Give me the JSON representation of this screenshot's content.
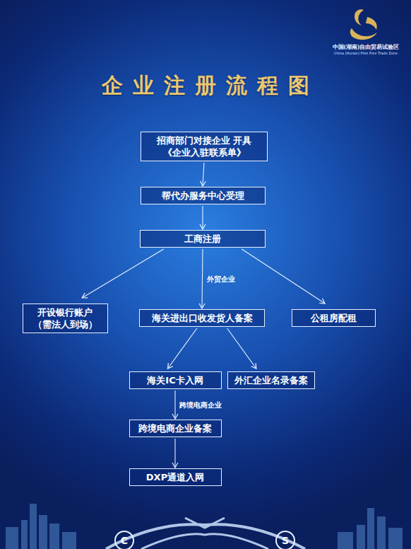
{
  "diagram": {
    "title": "企业注册流程图",
    "nodes": [
      {
        "text": [
          "招商部门对接企业 开具《企业入驻联系单》"
        ]
      },
      {
        "text": [
          "帮代办服务中心受理"
        ]
      },
      {
        "text": [
          "工商注册"
        ]
      },
      {
        "text": [
          "开设银行账户 （需法人到场）"
        ]
      },
      {
        "text": [
          "海关进出口收发货人备案"
        ]
      },
      {
        "text": [
          "公租房配租"
        ]
      },
      {
        "text": [
          "海关IC卡入网"
        ]
      },
      {
        "text": [
          "外汇企业名录备案"
        ]
      },
      {
        "text": [
          "跨境电商企业备案"
        ]
      },
      {
        "text": [
          "DXP通道入网"
        ]
      }
    ],
    "edges": [
      {
        "from": 0,
        "to": 1,
        "arrow": "to"
      },
      {
        "from": 1,
        "to": 2,
        "arrow": "to"
      },
      {
        "from": 2,
        "to": 3,
        "arrow": "to"
      },
      {
        "from": 2,
        "to": 4,
        "label": "外贸企业",
        "arrow": "to"
      },
      {
        "from": 2,
        "to": 5,
        "arrow": "to"
      },
      {
        "from": 4,
        "to": 6,
        "arrow": "to"
      },
      {
        "from": 4,
        "to": 7,
        "arrow": "to"
      },
      {
        "from": 6,
        "to": 8,
        "label": "跨境电商企业",
        "arrow": "to"
      },
      {
        "from": 8,
        "to": 9,
        "arrow": "to"
      }
    ],
    "labels": [
      "中国(湖南)自由贸易试验区",
      "China (Hunan) Pilot Free Trade Zone",
      "C",
      "S"
    ]
  }
}
